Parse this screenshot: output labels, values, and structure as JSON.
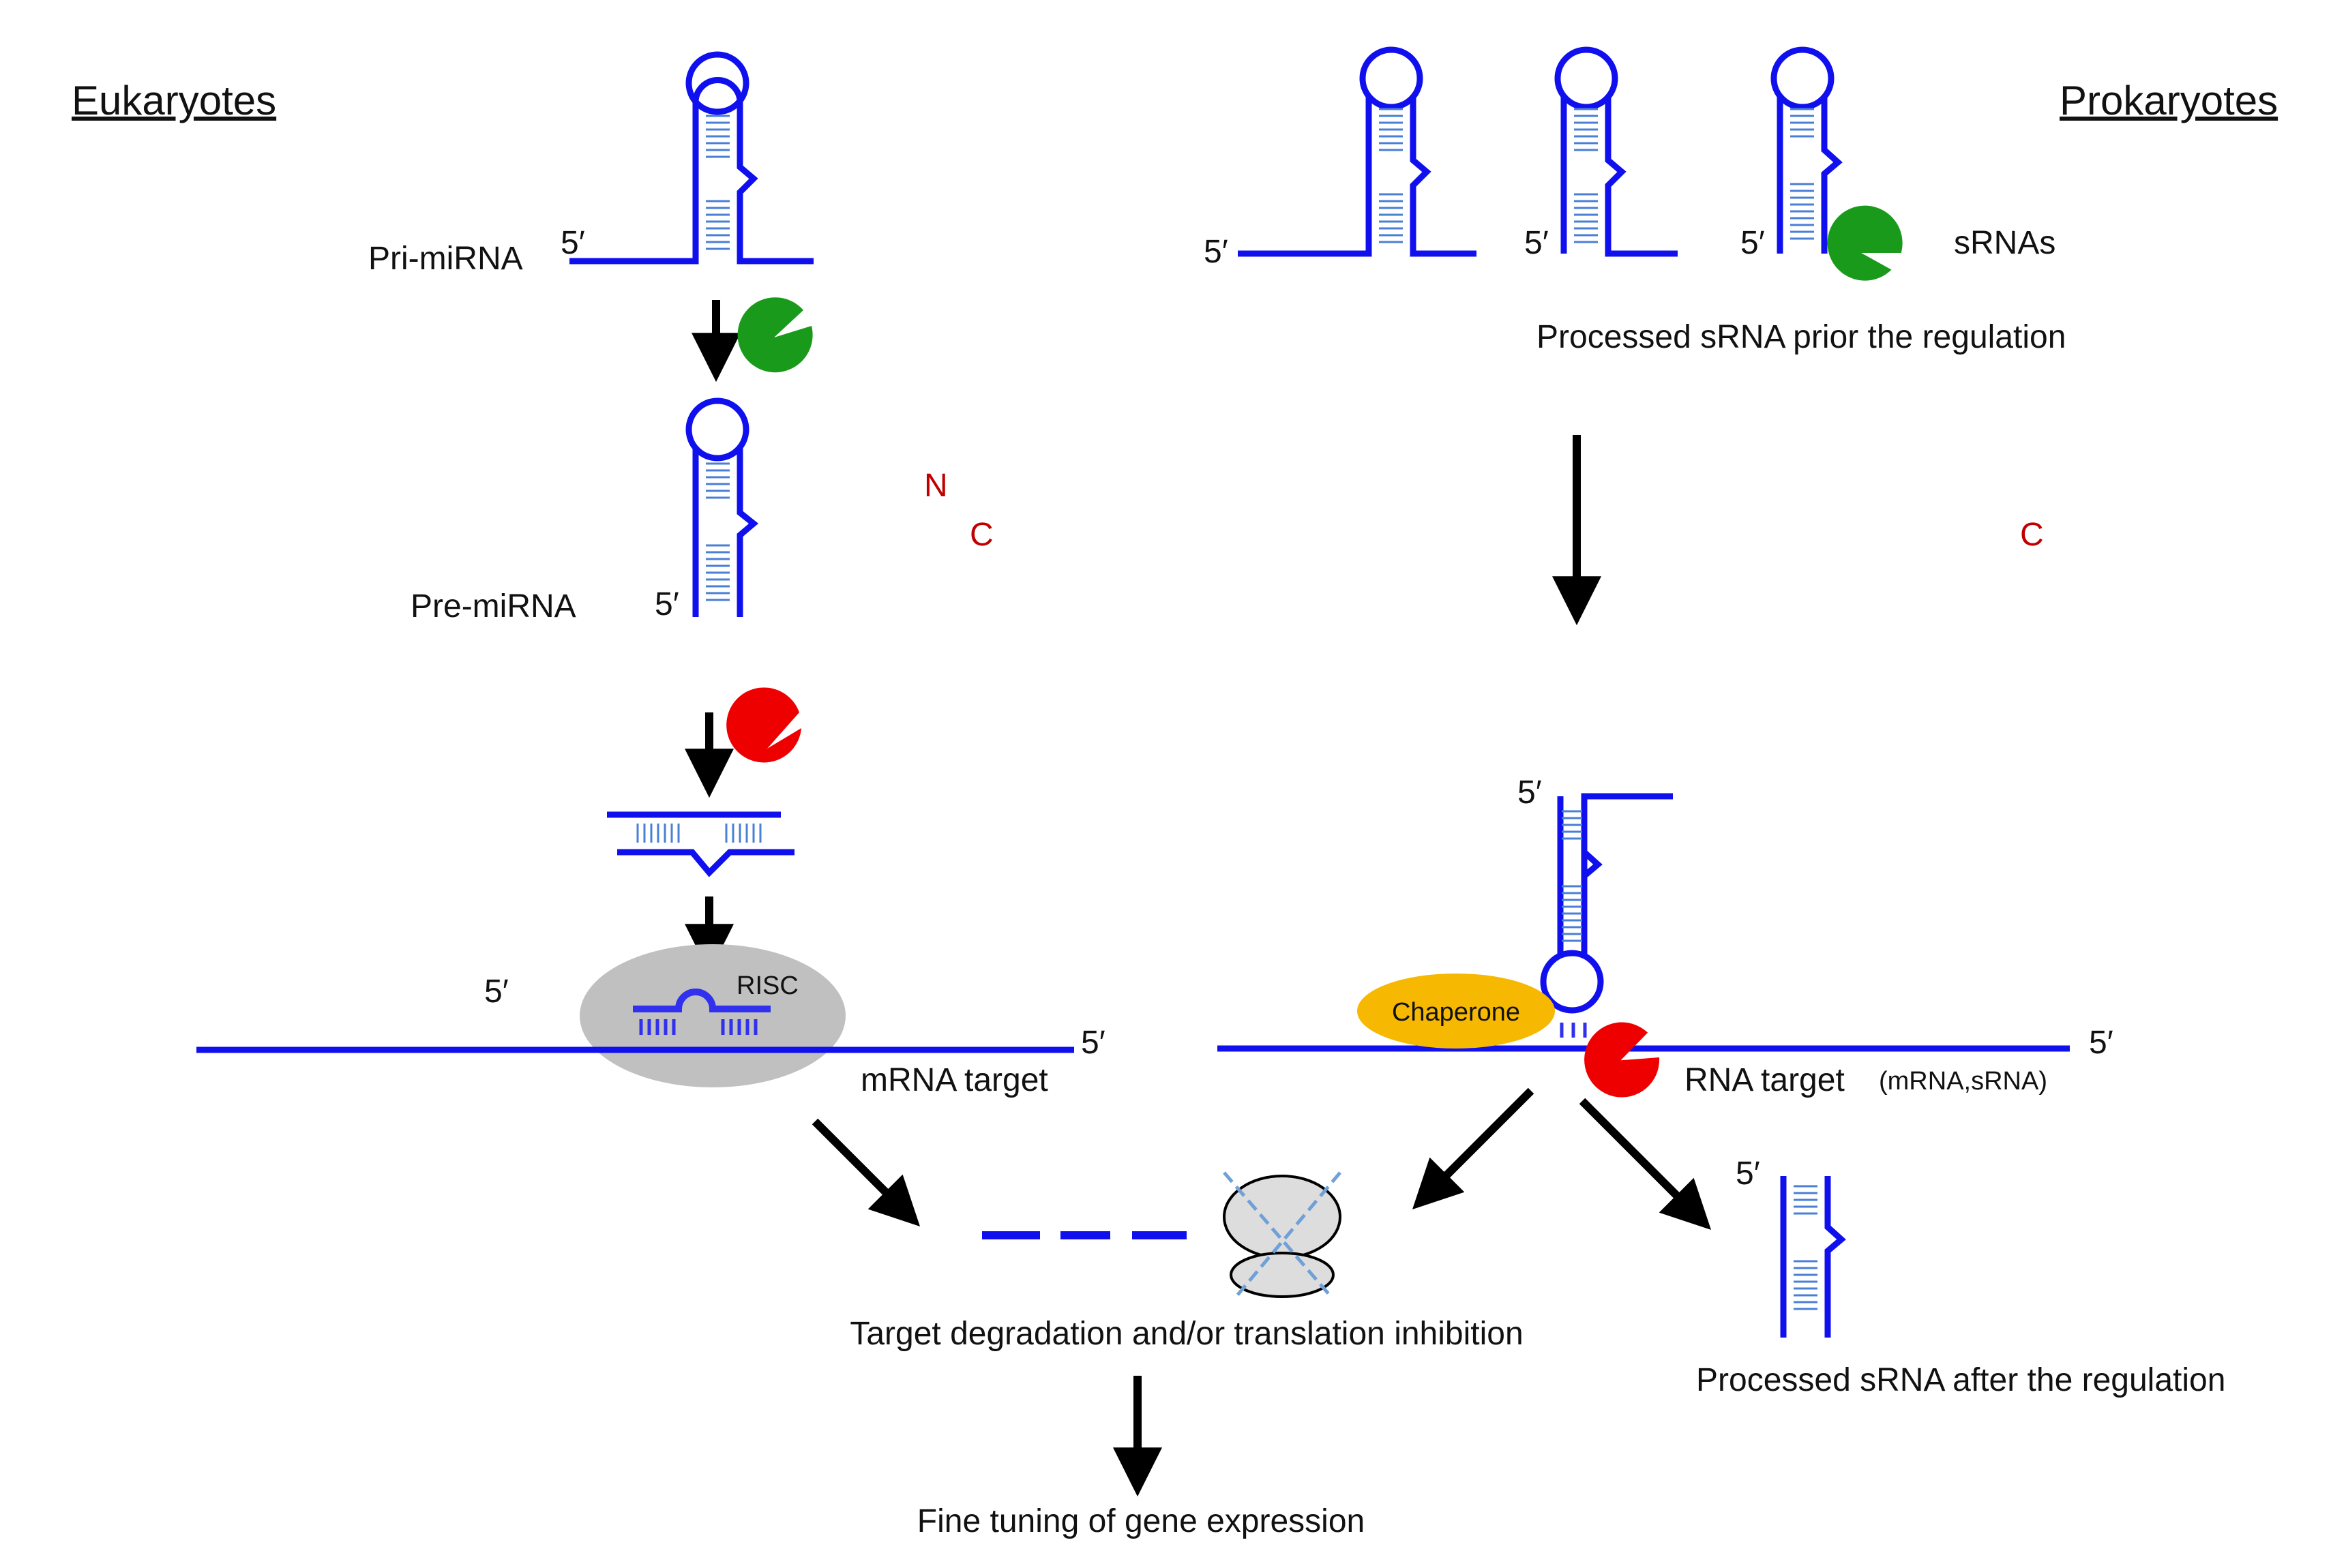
{
  "headings": {
    "eukaryotes": "Eukaryotes",
    "prokaryotes": "Prokaryotes"
  },
  "labels": {
    "pri_mirna": "Pri-miRNA",
    "pre_mirna": "Pre-miRNA",
    "risc": "RISC",
    "mrna_target": "mRNA target",
    "srnas": "sRNAs",
    "processed_prior": "Processed sRNA prior the regulation",
    "chaperone": "Chaperone",
    "rna_target": "RNA target",
    "rna_target_types": "(mRNA,sRNA)",
    "processed_after": "Processed sRNA after the regulation",
    "target_degradation": "Target degradation and/or translation inhibition",
    "fine_tuning": "Fine tuning of gene expression",
    "five_prime": "5′",
    "n_marker": "N",
    "c_marker": "C"
  },
  "colors": {
    "rna": "#1010ee",
    "base_pairs": "#4a7fd6",
    "processing_enzyme_green": "#1a9a1a",
    "cleaving_enzyme_red": "#ee0000",
    "risc_complex": "#c0c0c0",
    "chaperone": "#f6b800",
    "ribosome": "#dddddd",
    "marker_text": "#c00000"
  },
  "icons": {
    "green_enzyme": "pacman-green-icon",
    "red_enzyme": "pacman-red-icon",
    "ribosome": "ribosome-crossed-icon"
  }
}
